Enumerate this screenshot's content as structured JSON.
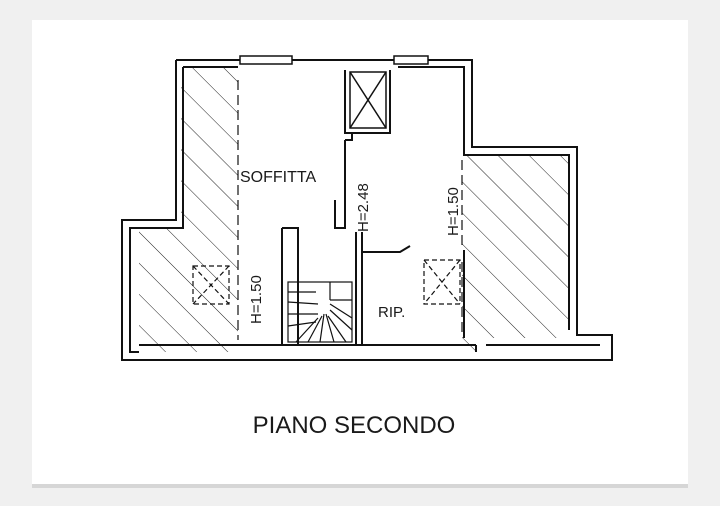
{
  "plan": {
    "rooms": {
      "attic_label": "SOFFITTA",
      "closet_label": "RIP."
    },
    "heights": {
      "center": "H=2.48",
      "left": "H=1.50",
      "right": "H=1.50"
    },
    "floor_title": "PIANO SECONDO"
  }
}
